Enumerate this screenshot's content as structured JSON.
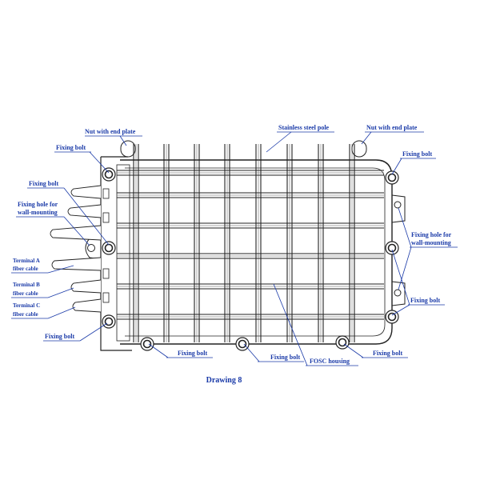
{
  "labels": {
    "nut_left": "Nut with end plate",
    "pole": "Stainless steel pole",
    "nut_right": "Nut with end plate",
    "fixing_bolt_top_left": "Fixing bolt",
    "fixing_bolt_top_right": "Fixing bolt",
    "fixing_bolt_left": "Fixing bolt",
    "fixing_hole_left_line1": "Fixing hole for",
    "fixing_hole_left_line2": "wall-mounting",
    "fixing_hole_right_line1": "Fixing hole for",
    "fixing_hole_right_line2": "wall-mounting",
    "terminal_a_line1": "Terminal A",
    "terminal_a_line2": "fiber  cable",
    "terminal_b_line1": "Terminal B",
    "terminal_b_line2": "fiber  cable",
    "terminal_c_line1": "Terminal C",
    "terminal_c_line2": "fiber  cable",
    "fixing_bolt_right_lower": "Fixing bolt",
    "fixing_bolt_bottom_left": "Fixing bolt",
    "fixing_bolt_bottom_1": "Fixing bolt",
    "fixing_bolt_bottom_2": "Fixing bolt",
    "fixing_bolt_bottom_3": "Fixing bolt",
    "housing": "FOSC housing"
  },
  "caption": "Drawing 8",
  "colors": {
    "label": "#1a3aa8",
    "ink": "#222222"
  }
}
